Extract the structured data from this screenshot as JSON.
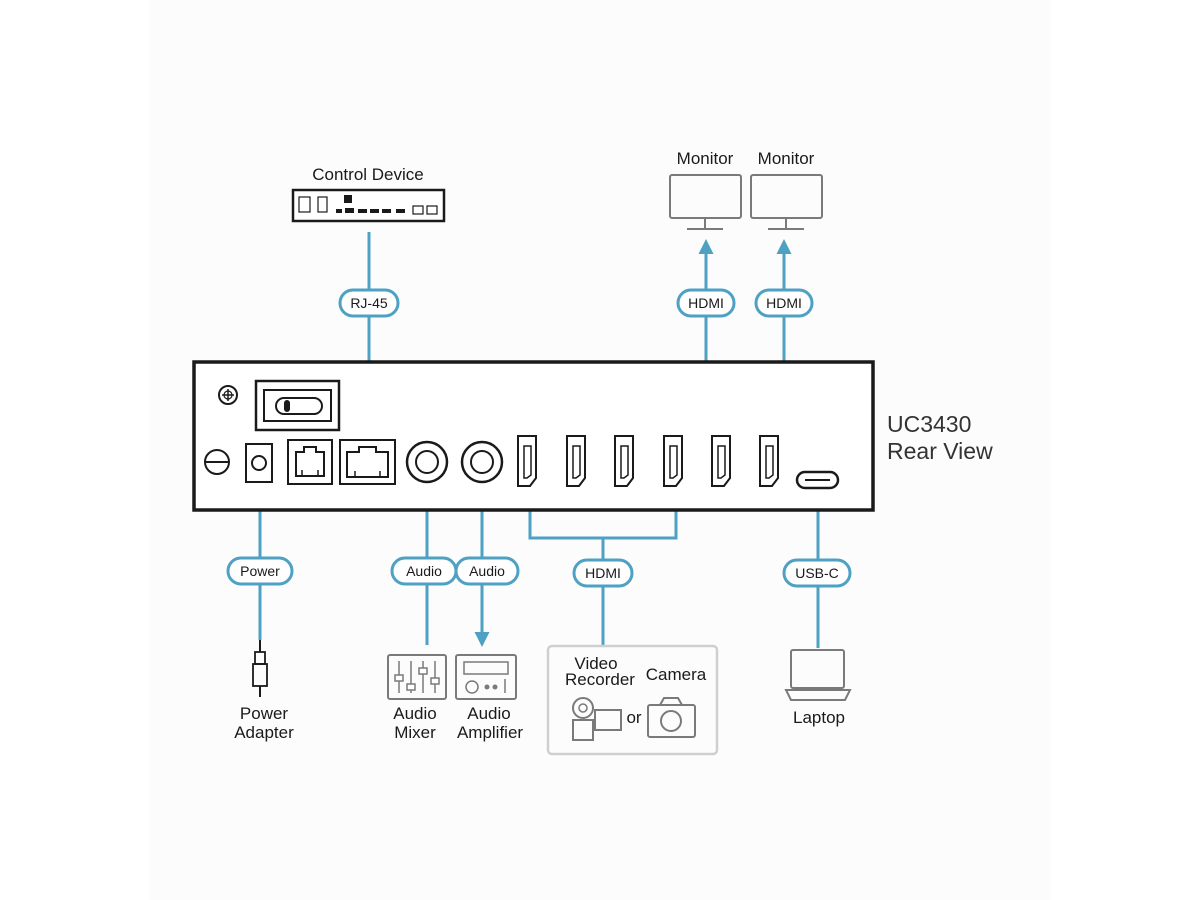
{
  "device": {
    "title_line1": "UC3430",
    "title_line2": "Rear View"
  },
  "devices": {
    "control_device": "Control Device",
    "monitor_1": "Monitor",
    "monitor_2": "Monitor",
    "power_adapter_line1": "Power",
    "power_adapter_line2": "Adapter",
    "audio_mixer_line1": "Audio",
    "audio_mixer_line2": "Mixer",
    "audio_amplifier_line1": "Audio",
    "audio_amplifier_line2": "Amplifier",
    "video_recorder_line1": "Video",
    "video_recorder_line2": "Recorder",
    "camera": "Camera",
    "or": "or",
    "laptop": "Laptop"
  },
  "connections": {
    "rj45": "RJ-45",
    "hdmi_out_1": "HDMI",
    "hdmi_out_2": "HDMI",
    "power": "Power",
    "audio_in": "Audio",
    "audio_out": "Audio",
    "hdmi_in": "HDMI",
    "usbc": "USB-C"
  },
  "colors": {
    "connector_line": "#4ea1c3",
    "outline": "#1a1a1a",
    "peripheral_outline": "#7a7a7a"
  },
  "icons": [
    "ground-screw-icon",
    "power-switch-icon",
    "dc-jack-icon",
    "rs232-port-icon",
    "rj45-port-icon",
    "audio-jack-icon",
    "hdmi-port-icon",
    "usbc-port-icon",
    "monitor-icon",
    "laptop-icon",
    "audio-mixer-icon",
    "audio-amplifier-icon",
    "video-recorder-icon",
    "camera-icon",
    "power-plug-icon"
  ]
}
